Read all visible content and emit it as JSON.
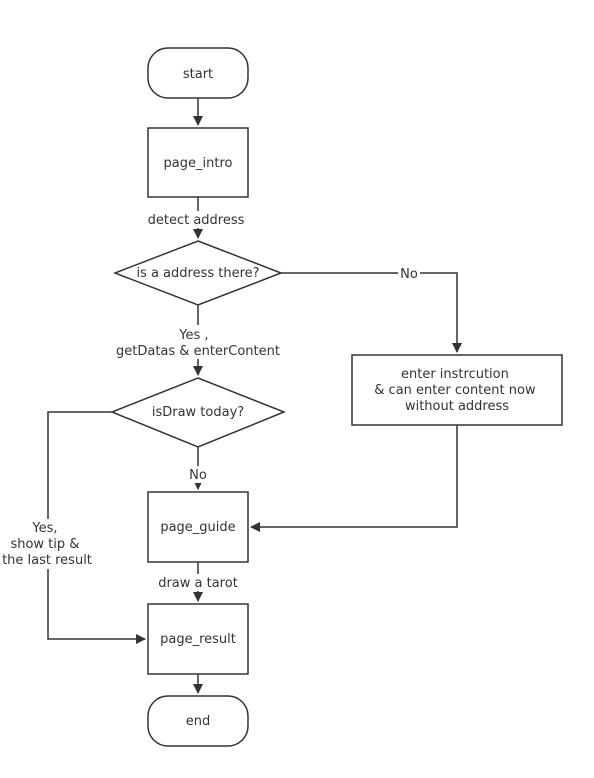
{
  "nodes": {
    "start": "start",
    "page_intro": "page_intro",
    "address_check": "is a address there?",
    "enter_instruction": [
      "enter instrcution",
      "& can enter content now",
      "without address"
    ],
    "draw_check": "isDraw today?",
    "page_guide": "page_guide",
    "page_result": "page_result",
    "end": "end"
  },
  "edges": {
    "detect_address": "detect address",
    "no_address": "No",
    "yes_address": [
      "Yes ,",
      "getDatas & enterContent"
    ],
    "no_draw": "No",
    "yes_draw": [
      "Yes,",
      "show tip &",
      "the last result"
    ],
    "draw_tarot": "draw a tarot"
  },
  "colors": {
    "stroke": "#333333",
    "fill": "#ffffff",
    "text": "#333333"
  }
}
